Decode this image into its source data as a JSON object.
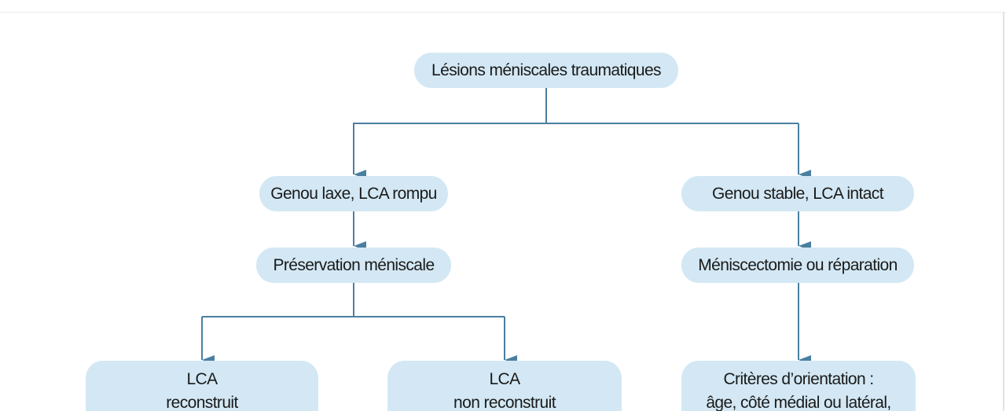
{
  "diagram": {
    "root": "Lésions méniscales traumatiques",
    "left_branch": {
      "label": "Genou laxe, LCA rompu",
      "child": "Préservation méniscale",
      "leaves": [
        {
          "line1": "LCA",
          "line2": "reconstruit"
        },
        {
          "line1": "LCA",
          "line2": "non reconstruit"
        }
      ]
    },
    "right_branch": {
      "label": "Genou stable, LCA intact",
      "child": "Méniscectomie ou réparation",
      "leaf": {
        "line1": "Critères d’orientation :",
        "line2": "âge, côté médial ou latéral,"
      }
    }
  },
  "colors": {
    "node_fill": "#d3e8f4",
    "connector": "#4a7fa0",
    "text": "#1a1a1a"
  }
}
